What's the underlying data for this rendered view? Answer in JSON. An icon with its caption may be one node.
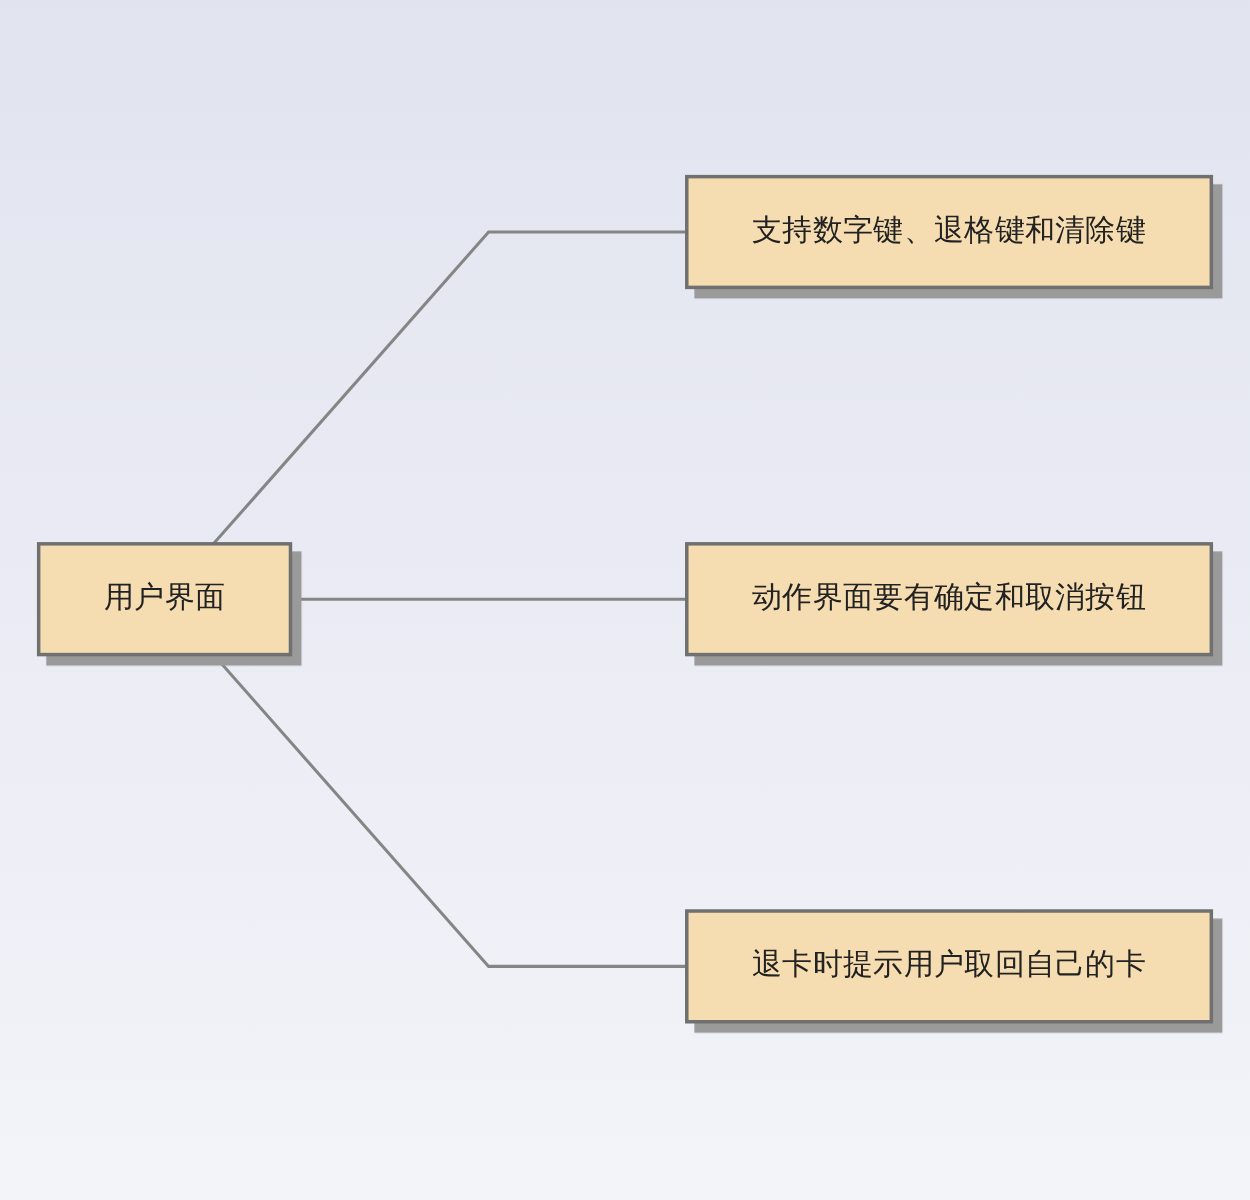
{
  "diagram": {
    "nodes": [
      {
        "text": [
          "用户界面"
        ]
      },
      {
        "text": [
          "支持数字键、退格键和清除键"
        ]
      },
      {
        "text": [
          "动作界面要有确定和取消按钮"
        ]
      },
      {
        "text": [
          "退卡时提示用户取回自己的卡"
        ]
      }
    ],
    "edges": [
      {
        "from": 0,
        "to": 1,
        "arrow": "none"
      },
      {
        "from": 0,
        "to": 2,
        "arrow": "none"
      },
      {
        "from": 0,
        "to": 3,
        "arrow": "none"
      }
    ]
  }
}
